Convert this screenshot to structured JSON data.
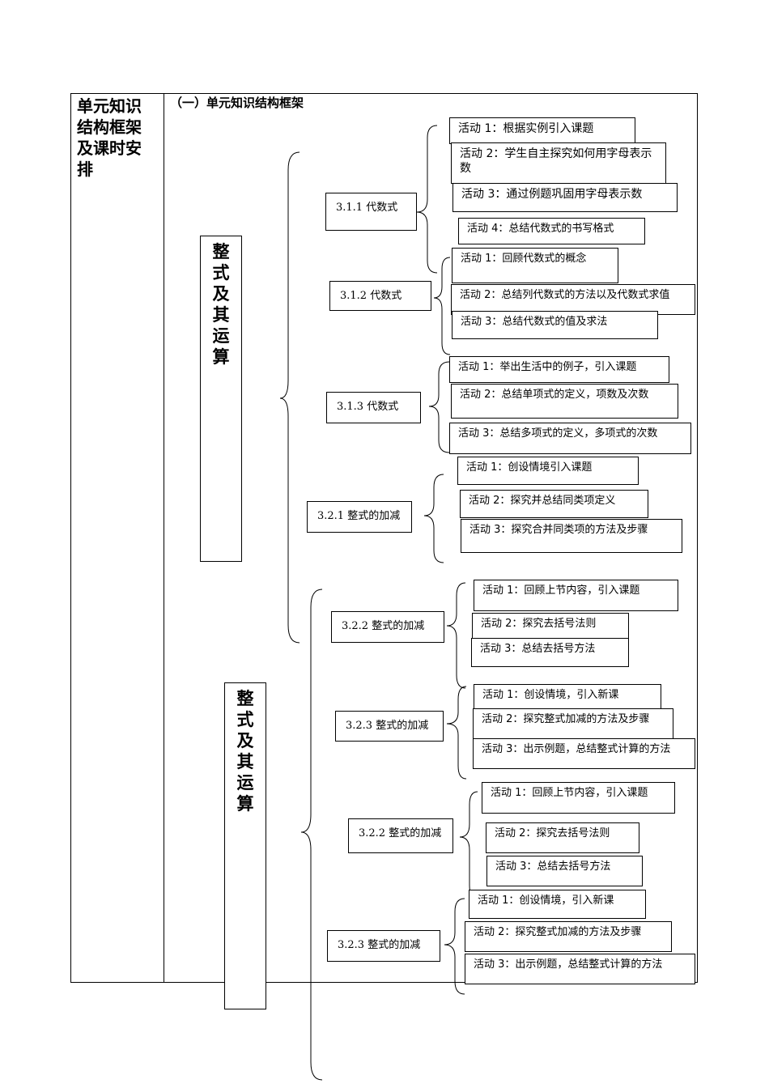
{
  "row_header": [
    "单元知识",
    "结构框架",
    "及课时安",
    "排"
  ],
  "section_heading": "（一）单元知识结构框架",
  "main_titles": [
    [
      "整",
      "式",
      "及",
      "其",
      "运",
      "算"
    ],
    [
      "整",
      "式",
      "及",
      "其",
      "运",
      "算"
    ]
  ],
  "sections": [
    "3.1.1 代数式",
    "3.1.2 代数式",
    "3.1.3 代数式",
    "3.2.1 整式的加减",
    "3.2.2 整式的加减",
    "3.2.3 整式的加减",
    "3.2.2 整式的加减",
    "3.2.3 整式的加减"
  ],
  "activities": [
    "活动 1：根据实例引入课题",
    "活动 2：学生自主探究如何用字母表示数",
    "活动 3：通过例题巩固用字母表示数",
    "活动 4：总结代数式的书写格式",
    "活动 1：回顾代数式的概念",
    "活动 2：总结列代数式的方法以及代数式求值",
    "活动 3：总结代数式的值及求法",
    "活动 1：举出生活中的例子，引入课题",
    "活动 2：总结单项式的定义，项数及次数",
    "活动 3：总结多项式的定义，多项式的次数",
    "活动 1：创设情境引入课题",
    "活动 2：探究并总结同类项定义",
    "活动 3：探究合并同类项的方法及步骤",
    "活动 1：回顾上节内容，引入课题",
    "活动 2：探究去括号法则",
    "活动 3：总结去括号方法",
    "活动 1：创设情境，引入新课",
    "活动 2：探究整式加减的方法及步骤",
    "活动 3：出示例题，总结整式计算的方法",
    "活动 1：回顾上节内容，引入课题",
    "活动 2：探究去括号法则",
    "活动 3：总结去括号方法",
    "活动 1：创设情境，引入新课",
    "活动 2：探究整式加减的方法及步骤",
    "活动 3：出示例题，总结整式计算的方法"
  ]
}
